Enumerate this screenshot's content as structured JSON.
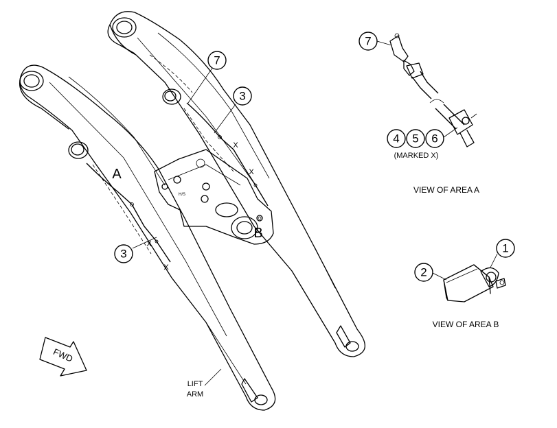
{
  "callouts": {
    "c1": "1",
    "c2": "2",
    "c3_left": "3",
    "c3_right": "3",
    "c4": "4",
    "c5": "5",
    "c6": "6",
    "c7_main": "7",
    "c7_detail": "7"
  },
  "area_labels": {
    "a": "A",
    "b": "B"
  },
  "marks": {
    "x1": "X",
    "x2": "X",
    "x3": "X",
    "x4": "X"
  },
  "lift_arm": {
    "line1": "LIFT",
    "line2": "ARM"
  },
  "fwd": "FWD",
  "marked_x": "(MARKED X)",
  "view_a": "VIEW OF AREA A",
  "view_b": "VIEW OF AREA B",
  "bracket_text": "H/S"
}
